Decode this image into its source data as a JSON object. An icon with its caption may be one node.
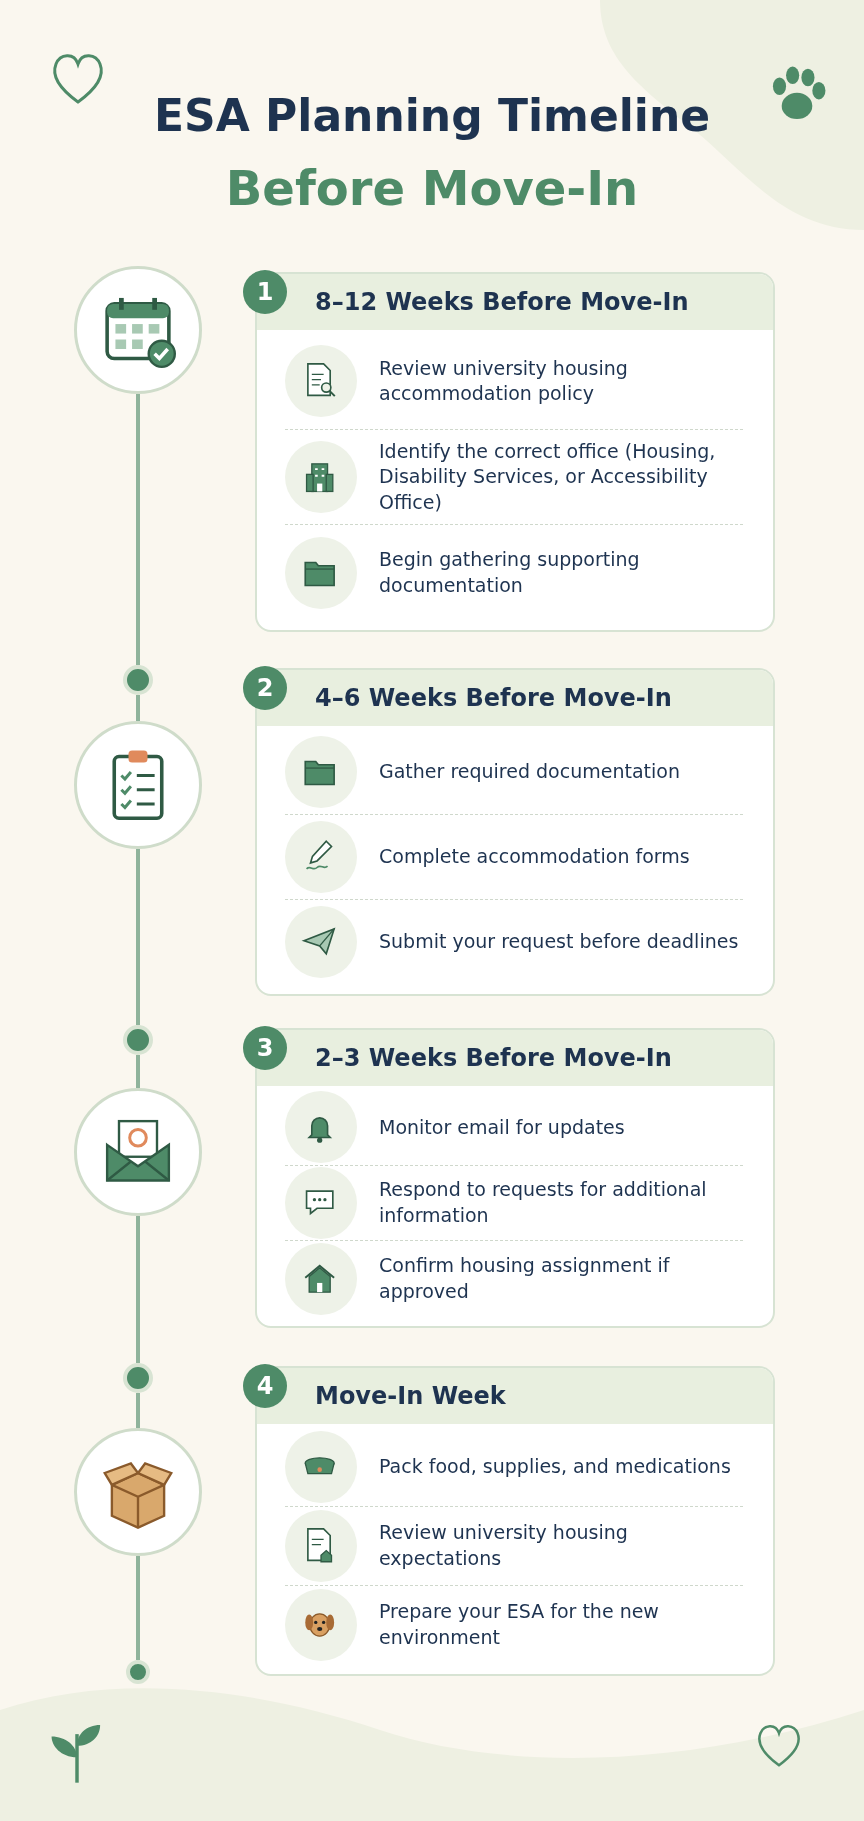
{
  "diagram": {
    "title": "ESA Planning Timeline",
    "labels": [
      "Before Move-In"
    ],
    "nodes": [
      {
        "text": [],
        "shape": "picture"
      },
      {
        "text": [
          "1",
          "8–12 Weeks Before Move-In"
        ]
      },
      {
        "text": [
          "Review university housing accommodation policy"
        ],
        "in": 1
      },
      {
        "text": [
          "Identify the correct office (Housing, Disability Services, or Accessibility Office)"
        ],
        "in": 1
      },
      {
        "text": [
          "Begin gathering supporting documentation"
        ],
        "in": 1
      },
      {
        "text": [],
        "shape": "circle"
      },
      {
        "text": [],
        "shape": "picture"
      },
      {
        "text": [
          "2",
          "4–6 Weeks Before Move-In"
        ]
      },
      {
        "text": [
          "Gather required documentation"
        ],
        "in": 7
      },
      {
        "text": [
          "Complete accommodation forms"
        ],
        "in": 7
      },
      {
        "text": [
          "Submit your request before deadlines"
        ],
        "in": 7
      },
      {
        "text": [],
        "shape": "circle"
      },
      {
        "text": [],
        "shape": "picture"
      },
      {
        "text": [
          "3",
          "2–3 Weeks Before Move-In"
        ]
      },
      {
        "text": [
          "Monitor email for updates"
        ],
        "in": 13
      },
      {
        "text": [
          "Respond to requests for additional information"
        ],
        "in": 13
      },
      {
        "text": [
          "Confirm housing assignment if approved"
        ],
        "in": 13
      },
      {
        "text": [],
        "shape": "circle"
      },
      {
        "text": [],
        "shape": "picture"
      },
      {
        "text": [
          "4",
          "Move-In Week"
        ]
      },
      {
        "text": [
          "Pack food, supplies, and medications"
        ],
        "in": 19
      },
      {
        "text": [
          "Review university housing expectations"
        ],
        "in": 19
      },
      {
        "text": [
          "Prepare your ESA for the new environment"
        ],
        "in": 19
      },
      {
        "text": [],
        "shape": "circle"
      }
    ],
    "edges": [
      {
        "from": 0,
        "to": 5,
        "arrow": "none"
      },
      {
        "from": 5,
        "to": 6,
        "arrow": "none"
      },
      {
        "from": 6,
        "to": 11,
        "arrow": "none"
      },
      {
        "from": 11,
        "to": 12,
        "arrow": "none"
      },
      {
        "from": 12,
        "to": 17,
        "arrow": "none"
      },
      {
        "from": 17,
        "to": 18,
        "arrow": "none"
      },
      {
        "from": 18,
        "to": 23,
        "arrow": "none"
      }
    ]
  }
}
